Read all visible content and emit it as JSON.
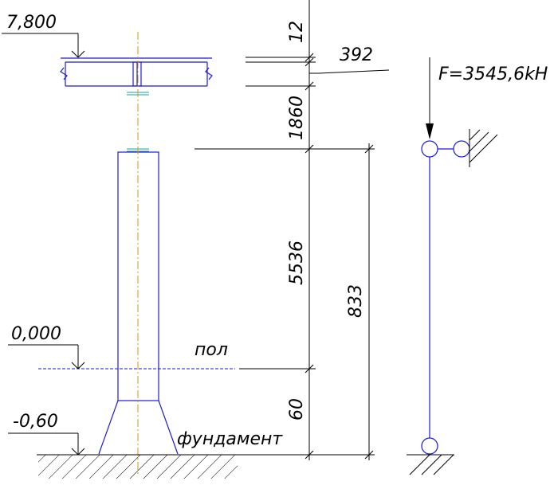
{
  "levels": {
    "top": "7,800",
    "floor": "0,000",
    "foundation": "-0,60"
  },
  "labels": {
    "floor": "пол",
    "foundation": "фундамент"
  },
  "dimensions": {
    "d12": "12",
    "d392": "392",
    "d1860": "1860",
    "d5536": "5536",
    "d60": "60",
    "d833": "833"
  },
  "scheme": {
    "force": "F=3545,6kH"
  },
  "colors": {
    "lines": "#000000",
    "column": "#1a1ad6",
    "axis": "#d9901e",
    "plates": "#1aa3a3"
  }
}
